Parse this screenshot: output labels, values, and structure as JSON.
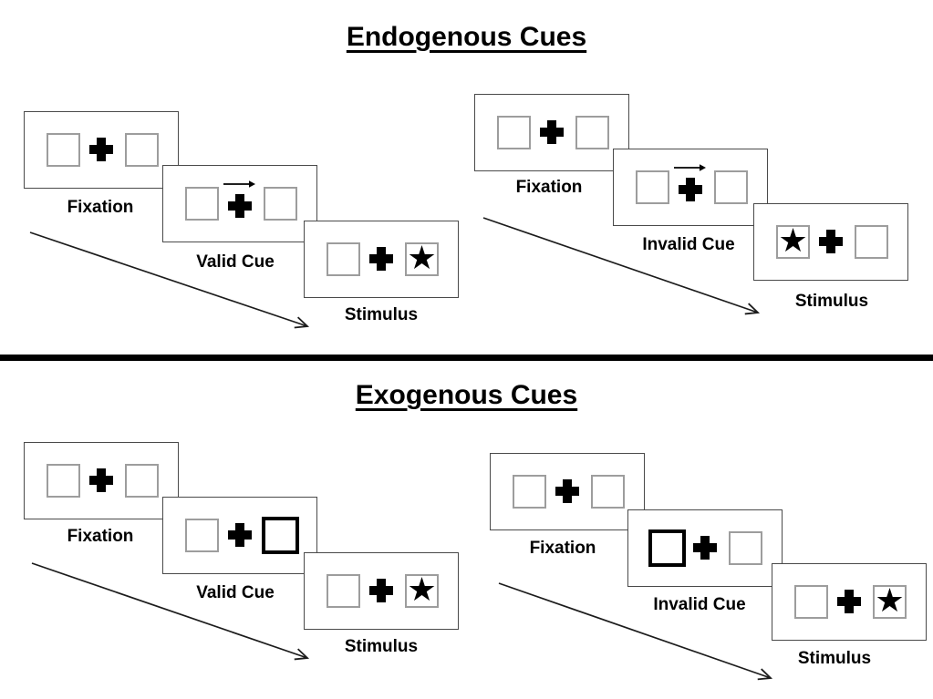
{
  "figure": {
    "kind": "Posner cueing paradigm diagram",
    "sections": [
      {
        "title": "Endogenous Cues",
        "groups": [
          {
            "name": "valid-trial",
            "panels": [
              {
                "label": "Fixation"
              },
              {
                "label": "Valid Cue",
                "cue": "central-arrow-right"
              },
              {
                "label": "Stimulus",
                "star_side": "right"
              }
            ]
          },
          {
            "name": "invalid-trial",
            "panels": [
              {
                "label": "Fixation"
              },
              {
                "label": "Invalid Cue",
                "cue": "central-arrow-right"
              },
              {
                "label": "Stimulus",
                "star_side": "left"
              }
            ]
          }
        ]
      },
      {
        "title": "Exogenous Cues",
        "groups": [
          {
            "name": "valid-trial",
            "panels": [
              {
                "label": "Fixation"
              },
              {
                "label": "Valid Cue",
                "cue": "peripheral-thick-box-right"
              },
              {
                "label": "Stimulus",
                "star_side": "right"
              }
            ]
          },
          {
            "name": "invalid-trial",
            "panels": [
              {
                "label": "Fixation"
              },
              {
                "label": "Invalid Cue",
                "cue": "peripheral-thick-box-left"
              },
              {
                "label": "Stimulus",
                "star_side": "right"
              }
            ]
          }
        ]
      }
    ],
    "glyphs": {
      "star": "★"
    },
    "colors": {
      "background": "#ffffff",
      "panel_border": "#4a4a4a",
      "box_border": "#9d9d9d",
      "highlight_box_border": "#000000",
      "ink": "#000000"
    }
  }
}
